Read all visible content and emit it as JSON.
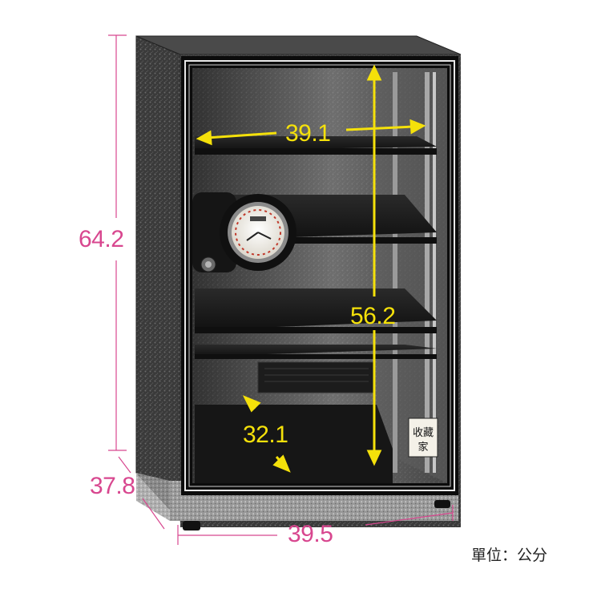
{
  "product": {
    "name": "dry cabinet",
    "brand_badge": "收藏家",
    "gauge": "hygrometer-gauge"
  },
  "dimensions": {
    "outer_height": "64.2",
    "outer_depth": "37.8",
    "outer_width": "39.5",
    "inner_width": "39.1",
    "inner_height": "56.2",
    "inner_depth": "32.1"
  },
  "unit_note": "單位：公分",
  "colors": {
    "outer_dimension": "#d8478f",
    "inner_dimension": "#f5e10a",
    "cabinet_body": "#3b3b3b",
    "door_trim": "#e8e8e8"
  }
}
